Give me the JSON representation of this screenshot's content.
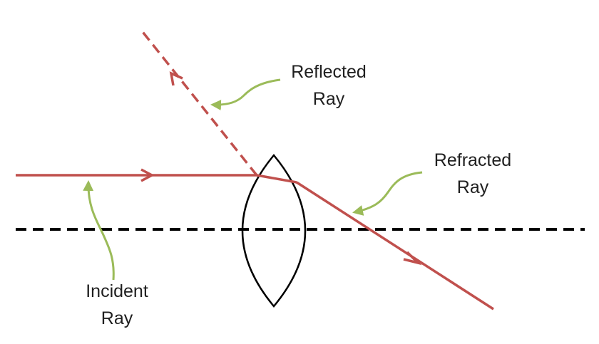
{
  "labels": {
    "reflected": [
      "Reflected",
      "Ray"
    ],
    "refracted": [
      "Refracted",
      "Ray"
    ],
    "incident": [
      "Incident",
      "Ray"
    ]
  },
  "colors": {
    "ray": "#c0504d",
    "pointer": "#9bbb59",
    "axis": "#000000",
    "lens": "#000000",
    "text": "#1f1f1f"
  }
}
